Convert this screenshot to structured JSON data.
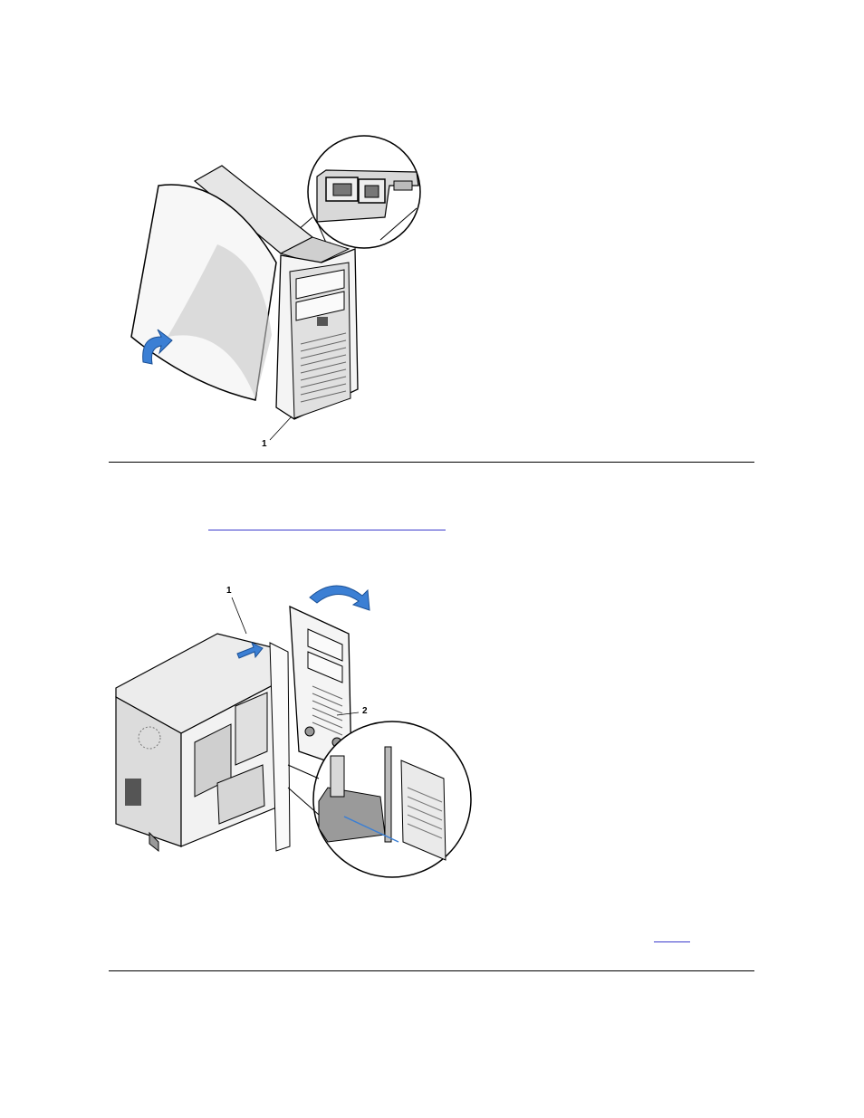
{
  "figure1": {
    "callouts": [
      "1"
    ]
  },
  "figure2": {
    "callouts": [
      "1",
      "2"
    ]
  }
}
